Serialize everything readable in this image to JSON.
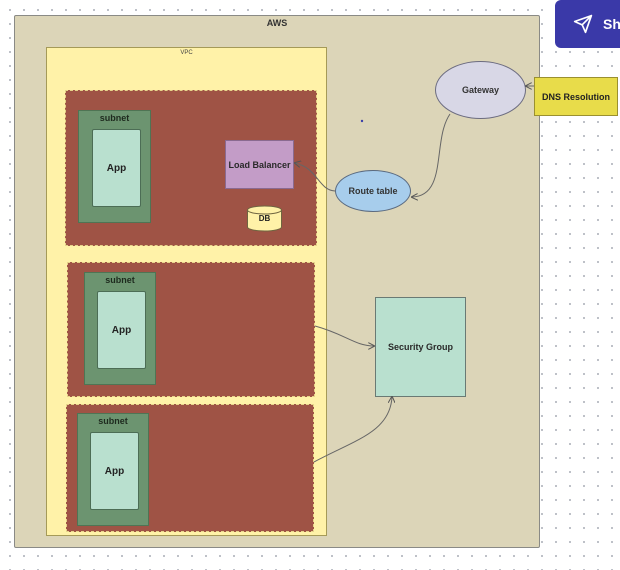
{
  "diagram": {
    "aws_label": "AWS",
    "vpc_label": "VPC",
    "subnets": [
      {
        "label": "subnet",
        "app": "App"
      },
      {
        "label": "subnet",
        "app": "App"
      },
      {
        "label": "subnet",
        "app": "App"
      }
    ],
    "load_balancer": "Load Balancer",
    "db": "DB",
    "route_table": "Route table",
    "gateway": "Gateway",
    "dns": "DNS Resolution",
    "security_group": "Security Group"
  },
  "toolbar": {
    "share_label": "Sh",
    "share_icon": "paper-plane-icon"
  }
}
